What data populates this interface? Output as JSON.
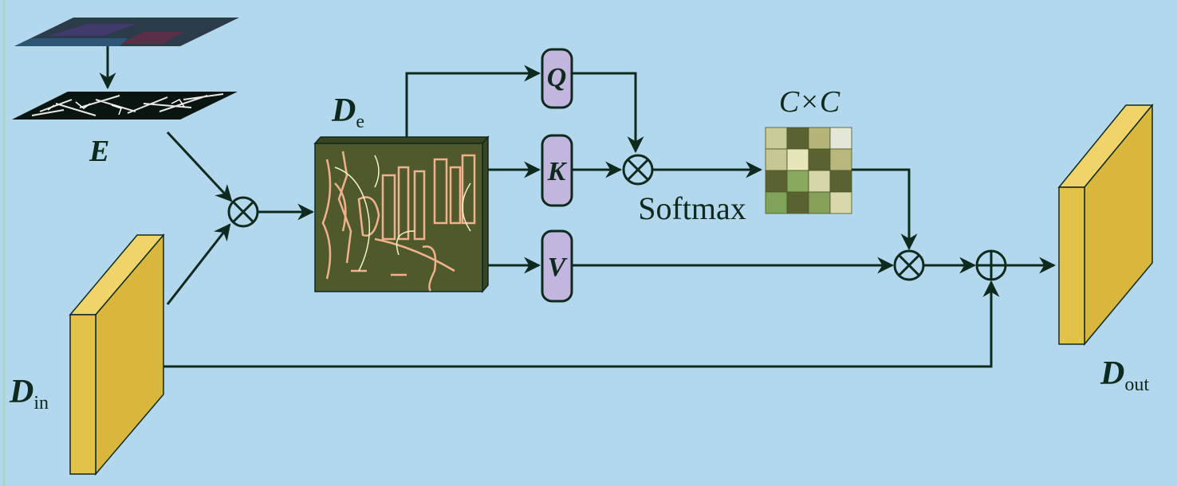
{
  "labels": {
    "edge_map": "E",
    "d_e_main": "D",
    "d_e_sub": "e",
    "d_in_main": "D",
    "d_in_sub": "in",
    "d_out_main": "D",
    "d_out_sub": "out",
    "q": "Q",
    "k": "K",
    "v": "V",
    "softmax": "Softmax",
    "cxc": "C×C"
  },
  "colors": {
    "background": "#b3d8ee",
    "line": "#0e2a1e",
    "qkv_fill": "#c2b5de",
    "feature_slab": "#e3c24a",
    "d_e_fill": "#4f5a2c",
    "d_e_edges": "#f0b28e"
  },
  "attention_matrix_colors": [
    [
      "#c9cb98",
      "#5a6330",
      "#b5b57a",
      "#e4e6d8"
    ],
    [
      "#c6c795",
      "#e6e6b8",
      "#5a6330",
      "#b8b87e"
    ],
    [
      "#5a6330",
      "#8aa860",
      "#d6d6a6",
      "#5a6330"
    ],
    [
      "#7fa35a",
      "#5a6330",
      "#86a05a",
      "#d8d8a8"
    ]
  ]
}
